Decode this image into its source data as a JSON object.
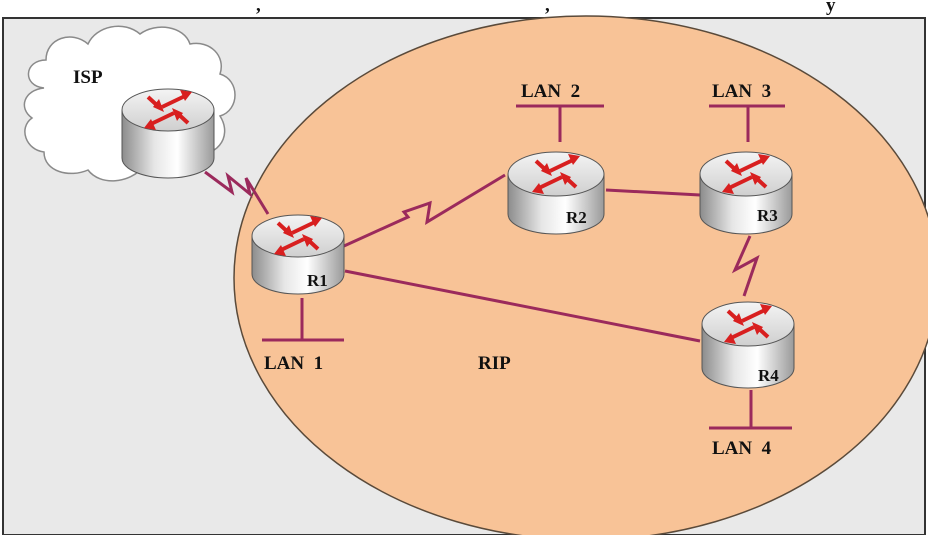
{
  "colors": {
    "background": "#e9e9e9",
    "rip_area": "#f8c397",
    "link": "#9b2a5c",
    "arrow": "#d81f1f",
    "cloud": "#ffffff"
  },
  "header_text_fragments": [
    ",",
    ",",
    "y"
  ],
  "cloud": {
    "label": "ISP",
    "icon": "cloud-icon"
  },
  "rip_area_label": "RIP",
  "routers": [
    {
      "id": "ISP",
      "label": "",
      "icon": "router-icon"
    },
    {
      "id": "R1",
      "label": "R1",
      "icon": "router-icon"
    },
    {
      "id": "R2",
      "label": "R2",
      "icon": "router-icon"
    },
    {
      "id": "R3",
      "label": "R3",
      "icon": "router-icon"
    },
    {
      "id": "R4",
      "label": "R4",
      "icon": "router-icon"
    }
  ],
  "lans": [
    {
      "label": "LAN  1",
      "router": "R1"
    },
    {
      "label": "LAN  2",
      "router": "R2"
    },
    {
      "label": "LAN  3",
      "router": "R3"
    },
    {
      "label": "LAN  4",
      "router": "R4"
    }
  ],
  "links": [
    {
      "from": "ISP",
      "to": "R1",
      "type": "serial"
    },
    {
      "from": "R1",
      "to": "R2",
      "type": "serial"
    },
    {
      "from": "R2",
      "to": "R3",
      "type": "ethernet"
    },
    {
      "from": "R3",
      "to": "R4",
      "type": "serial"
    },
    {
      "from": "R1",
      "to": "R4",
      "type": "ethernet"
    }
  ]
}
